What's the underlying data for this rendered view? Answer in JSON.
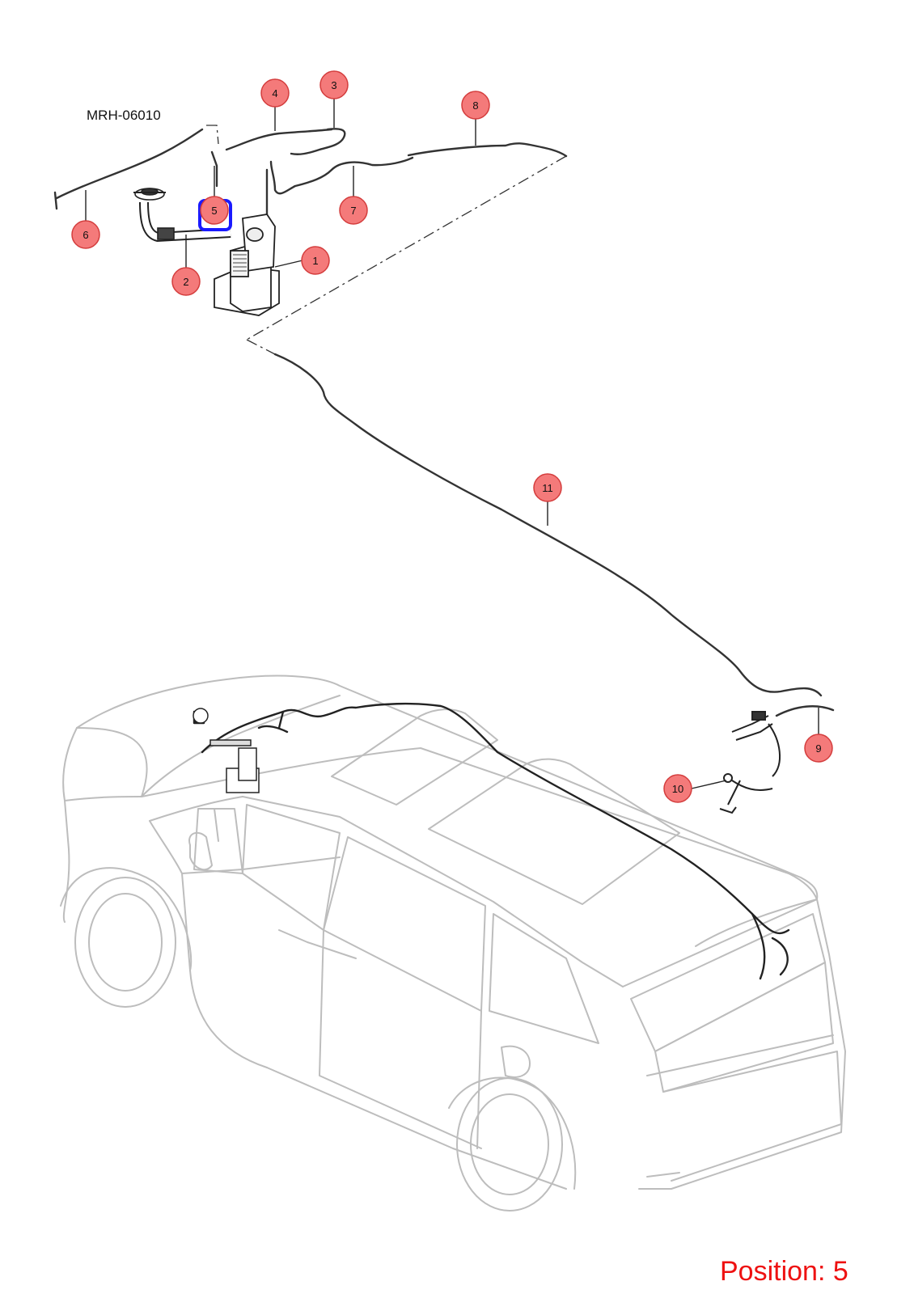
{
  "diagram": {
    "code": "MRH-06010",
    "position_text": "Position: 5",
    "highlight_color": "#1a1aff",
    "callout_fill": "#f47a7a",
    "callout_stroke": "#d43d3d",
    "position_color": "#ee1111",
    "callouts": [
      {
        "id": "1",
        "label": "1"
      },
      {
        "id": "2",
        "label": "2"
      },
      {
        "id": "3",
        "label": "3"
      },
      {
        "id": "4",
        "label": "4"
      },
      {
        "id": "5",
        "label": "5",
        "selected": true
      },
      {
        "id": "6",
        "label": "6"
      },
      {
        "id": "7",
        "label": "7"
      },
      {
        "id": "8",
        "label": "8"
      },
      {
        "id": "9",
        "label": "9"
      },
      {
        "id": "10",
        "label": "10"
      },
      {
        "id": "11",
        "label": "11"
      }
    ]
  }
}
